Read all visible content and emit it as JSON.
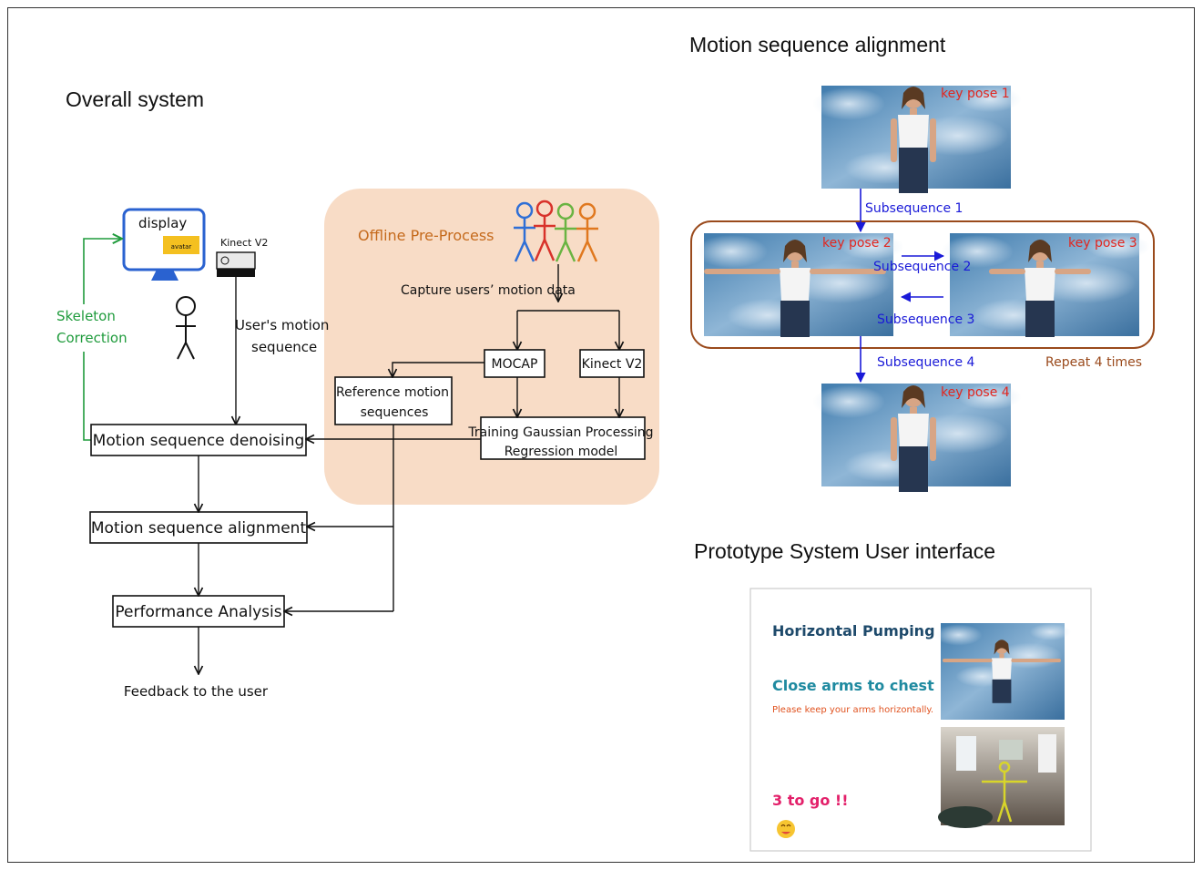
{
  "headings": {
    "overall": "Overall system",
    "alignment": "Motion sequence alignment",
    "prototype": "Prototype System User interface"
  },
  "overall": {
    "display": "display",
    "avatar": "avatar",
    "kinect_device": "Kinect V2",
    "skeleton_correction_1": "Skeleton",
    "skeleton_correction_2": "Correction",
    "user_motion_1": "User's motion",
    "user_motion_2": "sequence",
    "offline": "Offline Pre-Process",
    "capture": "Capture users’ motion data",
    "mocap": "MOCAP",
    "kinect_box": "Kinect V2",
    "reference_1": "Reference motion",
    "reference_2": "sequences",
    "training_1": "Training Gaussian Processing",
    "training_2": "Regression model",
    "denoising": "Motion sequence denoising",
    "alignment": "Motion sequence alignment",
    "performance": "Performance Analysis",
    "feedback": "Feedback to the user"
  },
  "alignment_panel": {
    "key_pose_1": "key pose 1",
    "key_pose_2": "key pose 2",
    "key_pose_3": "key pose 3",
    "key_pose_4": "key pose 4",
    "subsequence_1": "Subsequence 1",
    "subsequence_2": "Subsequence 2",
    "subsequence_3": "Subsequence 3",
    "subsequence_4": "Subsequence 4",
    "repeat": "Repeat 4 times"
  },
  "prototype_ui": {
    "exercise": "Horizontal Pumping",
    "instruction": "Close arms to chest",
    "hint": "Please keep your arms horizontally.",
    "counter": "3 to go !!"
  },
  "colors": {
    "skeleton_green": "#1f9b3c",
    "offline_bg": "#f8dcc6",
    "offline_text": "#c56a1c",
    "loop_border": "#9a4a1c",
    "subsequence_blue": "#1a1ad8",
    "key_pose_red": "#e2261f",
    "stick_figures": [
      "#2f6fd6",
      "#d8322a",
      "#6ab442",
      "#e0781f"
    ]
  }
}
